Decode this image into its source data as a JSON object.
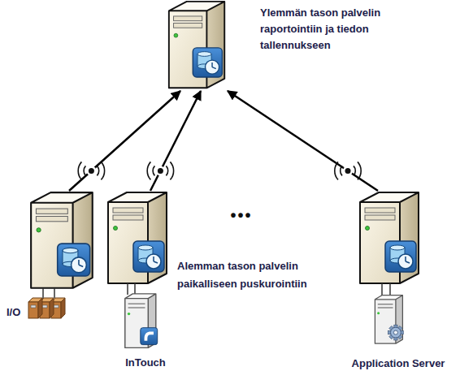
{
  "diagram": {
    "nodes": [
      {
        "text": [
          "Ylemmän tason palvelin raportointiin ja tiedon tallennukseen"
        ]
      },
      {
        "text": [
          "I/O"
        ]
      },
      {
        "text": [
          "Alemman tason palvelin paikalliseen puskurointiin",
          "InTouch"
        ]
      },
      {
        "text": [
          "Application Server"
        ]
      }
    ],
    "edges": [
      {
        "from": 1,
        "to": 0,
        "arrow": "to"
      },
      {
        "from": 2,
        "to": 0,
        "arrow": "to"
      },
      {
        "from": 3,
        "to": 0,
        "arrow": "to"
      }
    ],
    "labels": [
      "•••"
    ]
  }
}
